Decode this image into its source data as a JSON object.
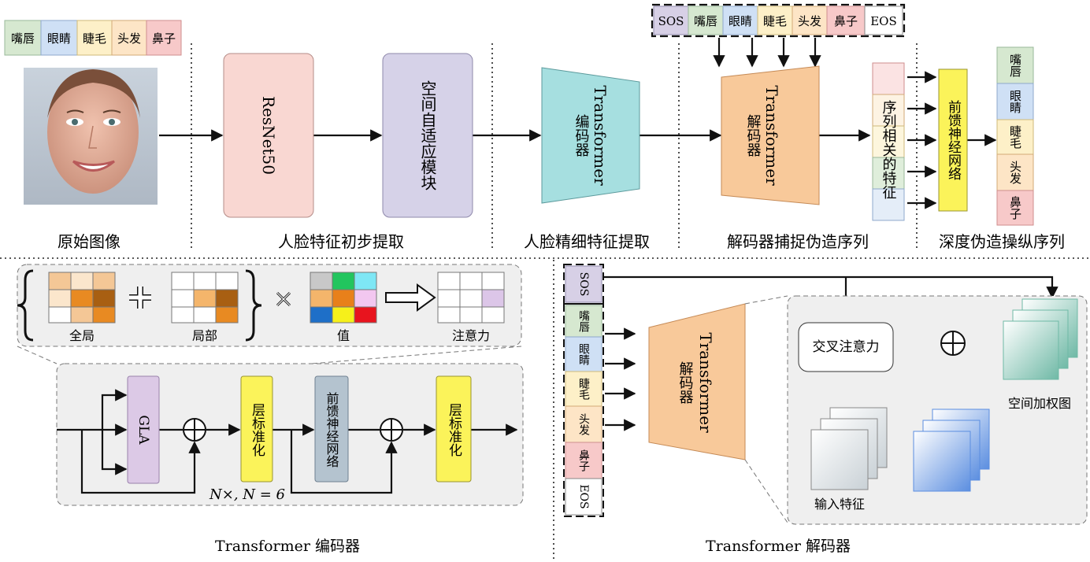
{
  "top_labels": {
    "original_image": "原始图像",
    "initial_extraction": "人脸特征初步提取",
    "fine_extraction": "人脸精细特征提取",
    "decoder_capture": "解码器捕捉伪造序列",
    "deep_sequence": "深度伪造操纵序列"
  },
  "regions": [
    "嘴唇",
    "眼睛",
    "睫毛",
    "头发",
    "鼻子"
  ],
  "tokens": {
    "sos": "SOS",
    "eos": "EOS"
  },
  "blocks": {
    "resnet": "ResNet50",
    "spatial_adaptive": "空间自适应模块",
    "transformer": "Transformer",
    "encoder_cn": "编码器",
    "decoder_cn": "解码器",
    "seq_features": "序列相关的特征",
    "ffn": "前馈神经网络",
    "gla": "GLA",
    "layernorm": "层标准化",
    "cross_attention": "交叉注意力",
    "input_features": "输入特征",
    "spatial_weight": "空间加权图"
  },
  "gla_detail": {
    "global": "全局",
    "local": "局部",
    "value": "值",
    "attention": "注意力"
  },
  "repeat_note": "N×, N = 6",
  "bottom_captions": {
    "encoder": "Transformer 编码器",
    "decoder": "Transformer 解码器"
  },
  "colors": {
    "lips": "#d6e8d0",
    "eyes": "#cfe0f5",
    "lashes": "#fdf0c8",
    "hair": "#fde5c6",
    "nose": "#f7c9c9",
    "sos": "#d7d0e6",
    "resnet": "#f9d7d2",
    "spatial": "#d6d2e8",
    "encoder": "#a6dfe0",
    "decoder": "#f8c99a",
    "layernorm": "#fbf35a",
    "ffn_enc": "#b4c3cf"
  }
}
